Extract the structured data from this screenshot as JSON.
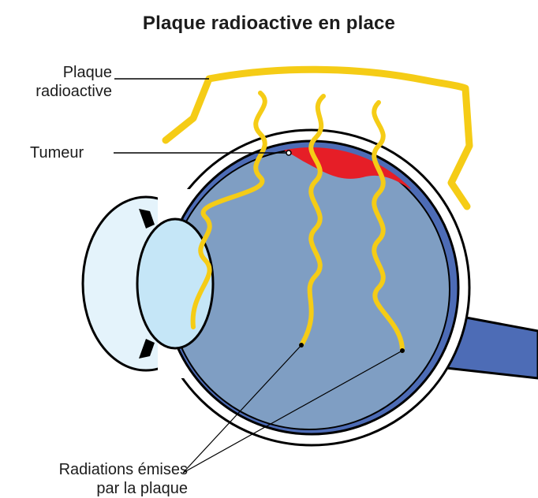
{
  "title": "Plaque radioactive en place",
  "labels": {
    "plaque": [
      "Plaque",
      "radioactive"
    ],
    "tumeur": "Tumeur",
    "radiations": [
      "Radiations émises",
      "par la plaque"
    ]
  },
  "colors": {
    "plaque": "#f5cc16",
    "tumor": "#e61e27",
    "vitreous": "#7f9ec3",
    "choroid": "#4d6cb6",
    "lens": "#c5e6f7",
    "cornea": "#e4f3fb",
    "outline": "#000000"
  }
}
